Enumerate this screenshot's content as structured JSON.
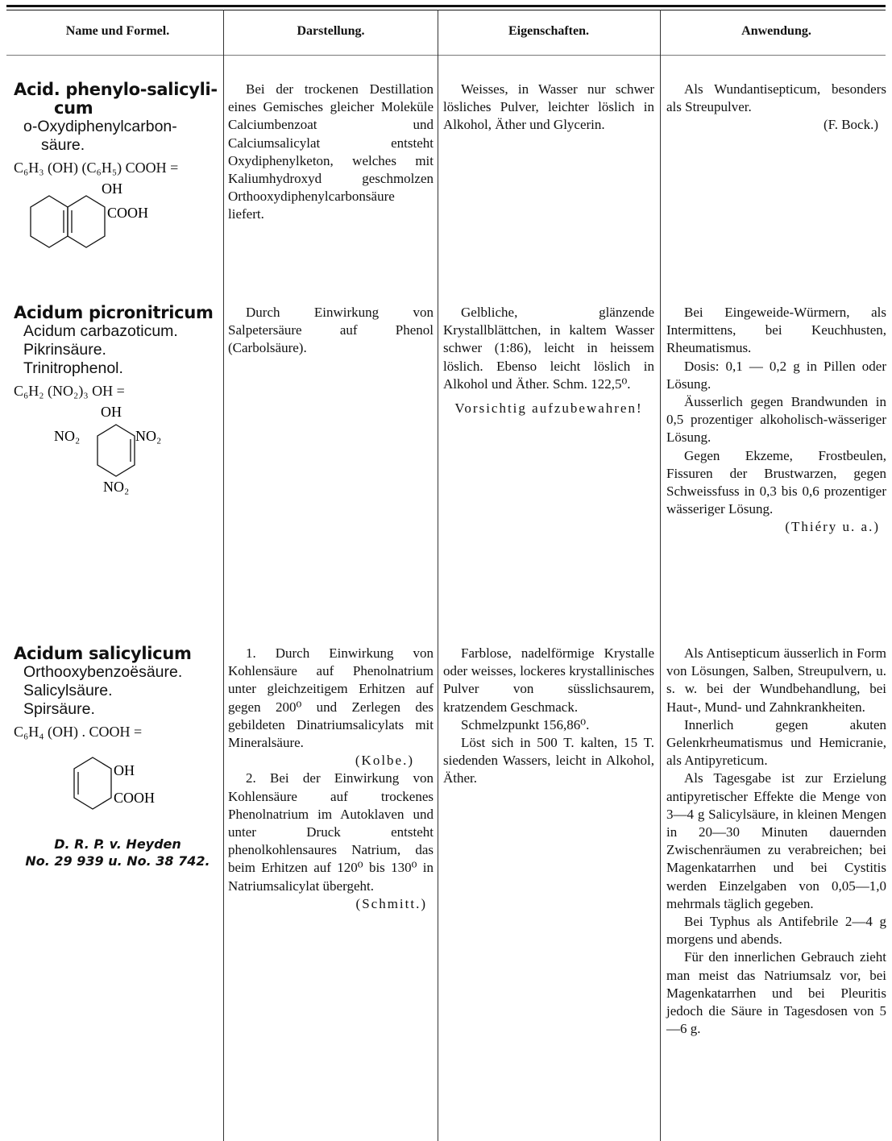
{
  "headers": [
    "Name und Formel.",
    "Darstellung.",
    "Eigenschaften.",
    "Anwendung."
  ],
  "entries": [
    {
      "name_lines": [
        "Acid. phenylo-salicyli-",
        "cum"
      ],
      "synonyms": [
        "o-Oxydiphenylcarbon-",
        "säure."
      ],
      "formula": "C₆H₃ (OH) (C₆H₅) COOH =",
      "struct_labels": [
        "OH",
        "COOH"
      ],
      "darstellung": [
        "Bei der trockenen Destillation eines Gemisches gleicher Moleküle Calciumbenzoat und Calciumsalicylat entsteht Oxydiphenylketon, welches mit Kaliumhydroxyd geschmolzen Orthooxydiphenylcarbonsäure liefert."
      ],
      "eigenschaften": [
        "Weisses, in Wasser nur schwer lösliches Pulver, leichter löslich in Alkohol, Äther und Glycerin."
      ],
      "anwendung": [
        "Als Wundantisepticum, besonders als Streupulver."
      ],
      "anwendung_author": "(F. Bock.)"
    },
    {
      "name_lines": [
        "Acidum picronitricum"
      ],
      "synonyms": [
        "Acidum carbazoticum.",
        "Pikrinsäure.",
        "Trinitrophenol."
      ],
      "formula": "C₆H₂ (NO₂)₃ OH =",
      "struct_labels": [
        "OH",
        "NO₂",
        "NO₂",
        "NO₂"
      ],
      "darstellung": [
        "Durch Einwirkung von Salpetersäure auf Phenol (Carbolsäure)."
      ],
      "eigenschaften": [
        "Gelbliche, glänzende Krystallblättchen, in kaltem Wasser schwer (1:86), leicht in heissem löslich. Ebenso leicht löslich in Alkohol und Äther. Schm. 122,5⁰."
      ],
      "eigenschaften_note": "Vorsichtig aufzubewahren!",
      "anwendung": [
        "Bei Eingeweide-Würmern, als Intermittens, bei Keuchhusten, Rheumatismus.",
        "Dosis: 0,1 — 0,2 g in Pillen oder Lösung.",
        "Äusserlich gegen Brandwunden in 0,5 prozentiger alkoholisch-wässeriger Lösung.",
        "Gegen Ekzeme, Frostbeulen, Fissuren der Brustwarzen, gegen Schweissfuss in 0,3 bis 0,6 prozentiger wässeriger Lösung."
      ],
      "anwendung_author": "(Thiéry u. a.)"
    },
    {
      "name_lines": [
        "Acidum salicylicum"
      ],
      "synonyms": [
        "Orthooxybenzoësäure.",
        "Salicylsäure.",
        "Spirsäure."
      ],
      "formula": "C₆H₄ (OH) . COOH =",
      "struct_labels": [
        "OH",
        "COOH"
      ],
      "patent": [
        "D. R. P. v. Heyden",
        "No. 29 939 u. No. 38 742."
      ],
      "darstellung_1": "1. Durch Einwirkung von Kohlensäure auf Phenolnatrium unter gleichzeitigem Erhitzen auf gegen 200⁰ und Zerlegen des gebildeten Dinatriumsalicylats mit Mineralsäure.",
      "darstellung_1_author": "(Kolbe.)",
      "darstellung_2": "2. Bei der Einwirkung von Kohlensäure auf trockenes Phenolnatrium im Autoklaven und unter Druck entsteht phenolkohlensaures Natrium, das beim Erhitzen auf 120⁰ bis 130⁰ in Natriumsalicylat übergeht.",
      "darstellung_2_author": "(Schmitt.)",
      "eigenschaften": [
        "Farblose, nadelförmige Krystalle oder weisses, lockeres krystallinisches Pulver von süsslichsaurem, kratzendem Geschmack.",
        "Schmelzpunkt 156,86⁰.",
        "Löst sich in 500 T. kalten, 15 T. siedenden Wassers, leicht in Alkohol, Äther."
      ],
      "anwendung": [
        "Als Antisepticum äusserlich in Form von Lösungen, Salben, Streupulvern, u. s. w. bei der Wundbehandlung, bei Haut-, Mund- und Zahnkrankheiten.",
        "Innerlich gegen akuten Gelenkrheumatismus und Hemicranie, als Antipyreticum.",
        "Als Tagesgabe ist zur Erzielung antipyretischer Effekte die Menge von 3—4 g Salicylsäure, in kleinen Mengen in 20—30 Minuten dauernden Zwischenräumen zu verabreichen; bei Magenkatarrhen und bei Cystitis werden Einzelgaben von 0,05—1,0 mehrmals täglich gegeben.",
        "Bei Typhus als Antifebrile 2—4 g morgens und abends.",
        "Für den innerlichen Gebrauch zieht man meist das Natriumsalz vor, bei Magenkatarrhen und bei Pleuritis jedoch die Säure in Tagesdosen von 5—6 g."
      ]
    }
  ]
}
